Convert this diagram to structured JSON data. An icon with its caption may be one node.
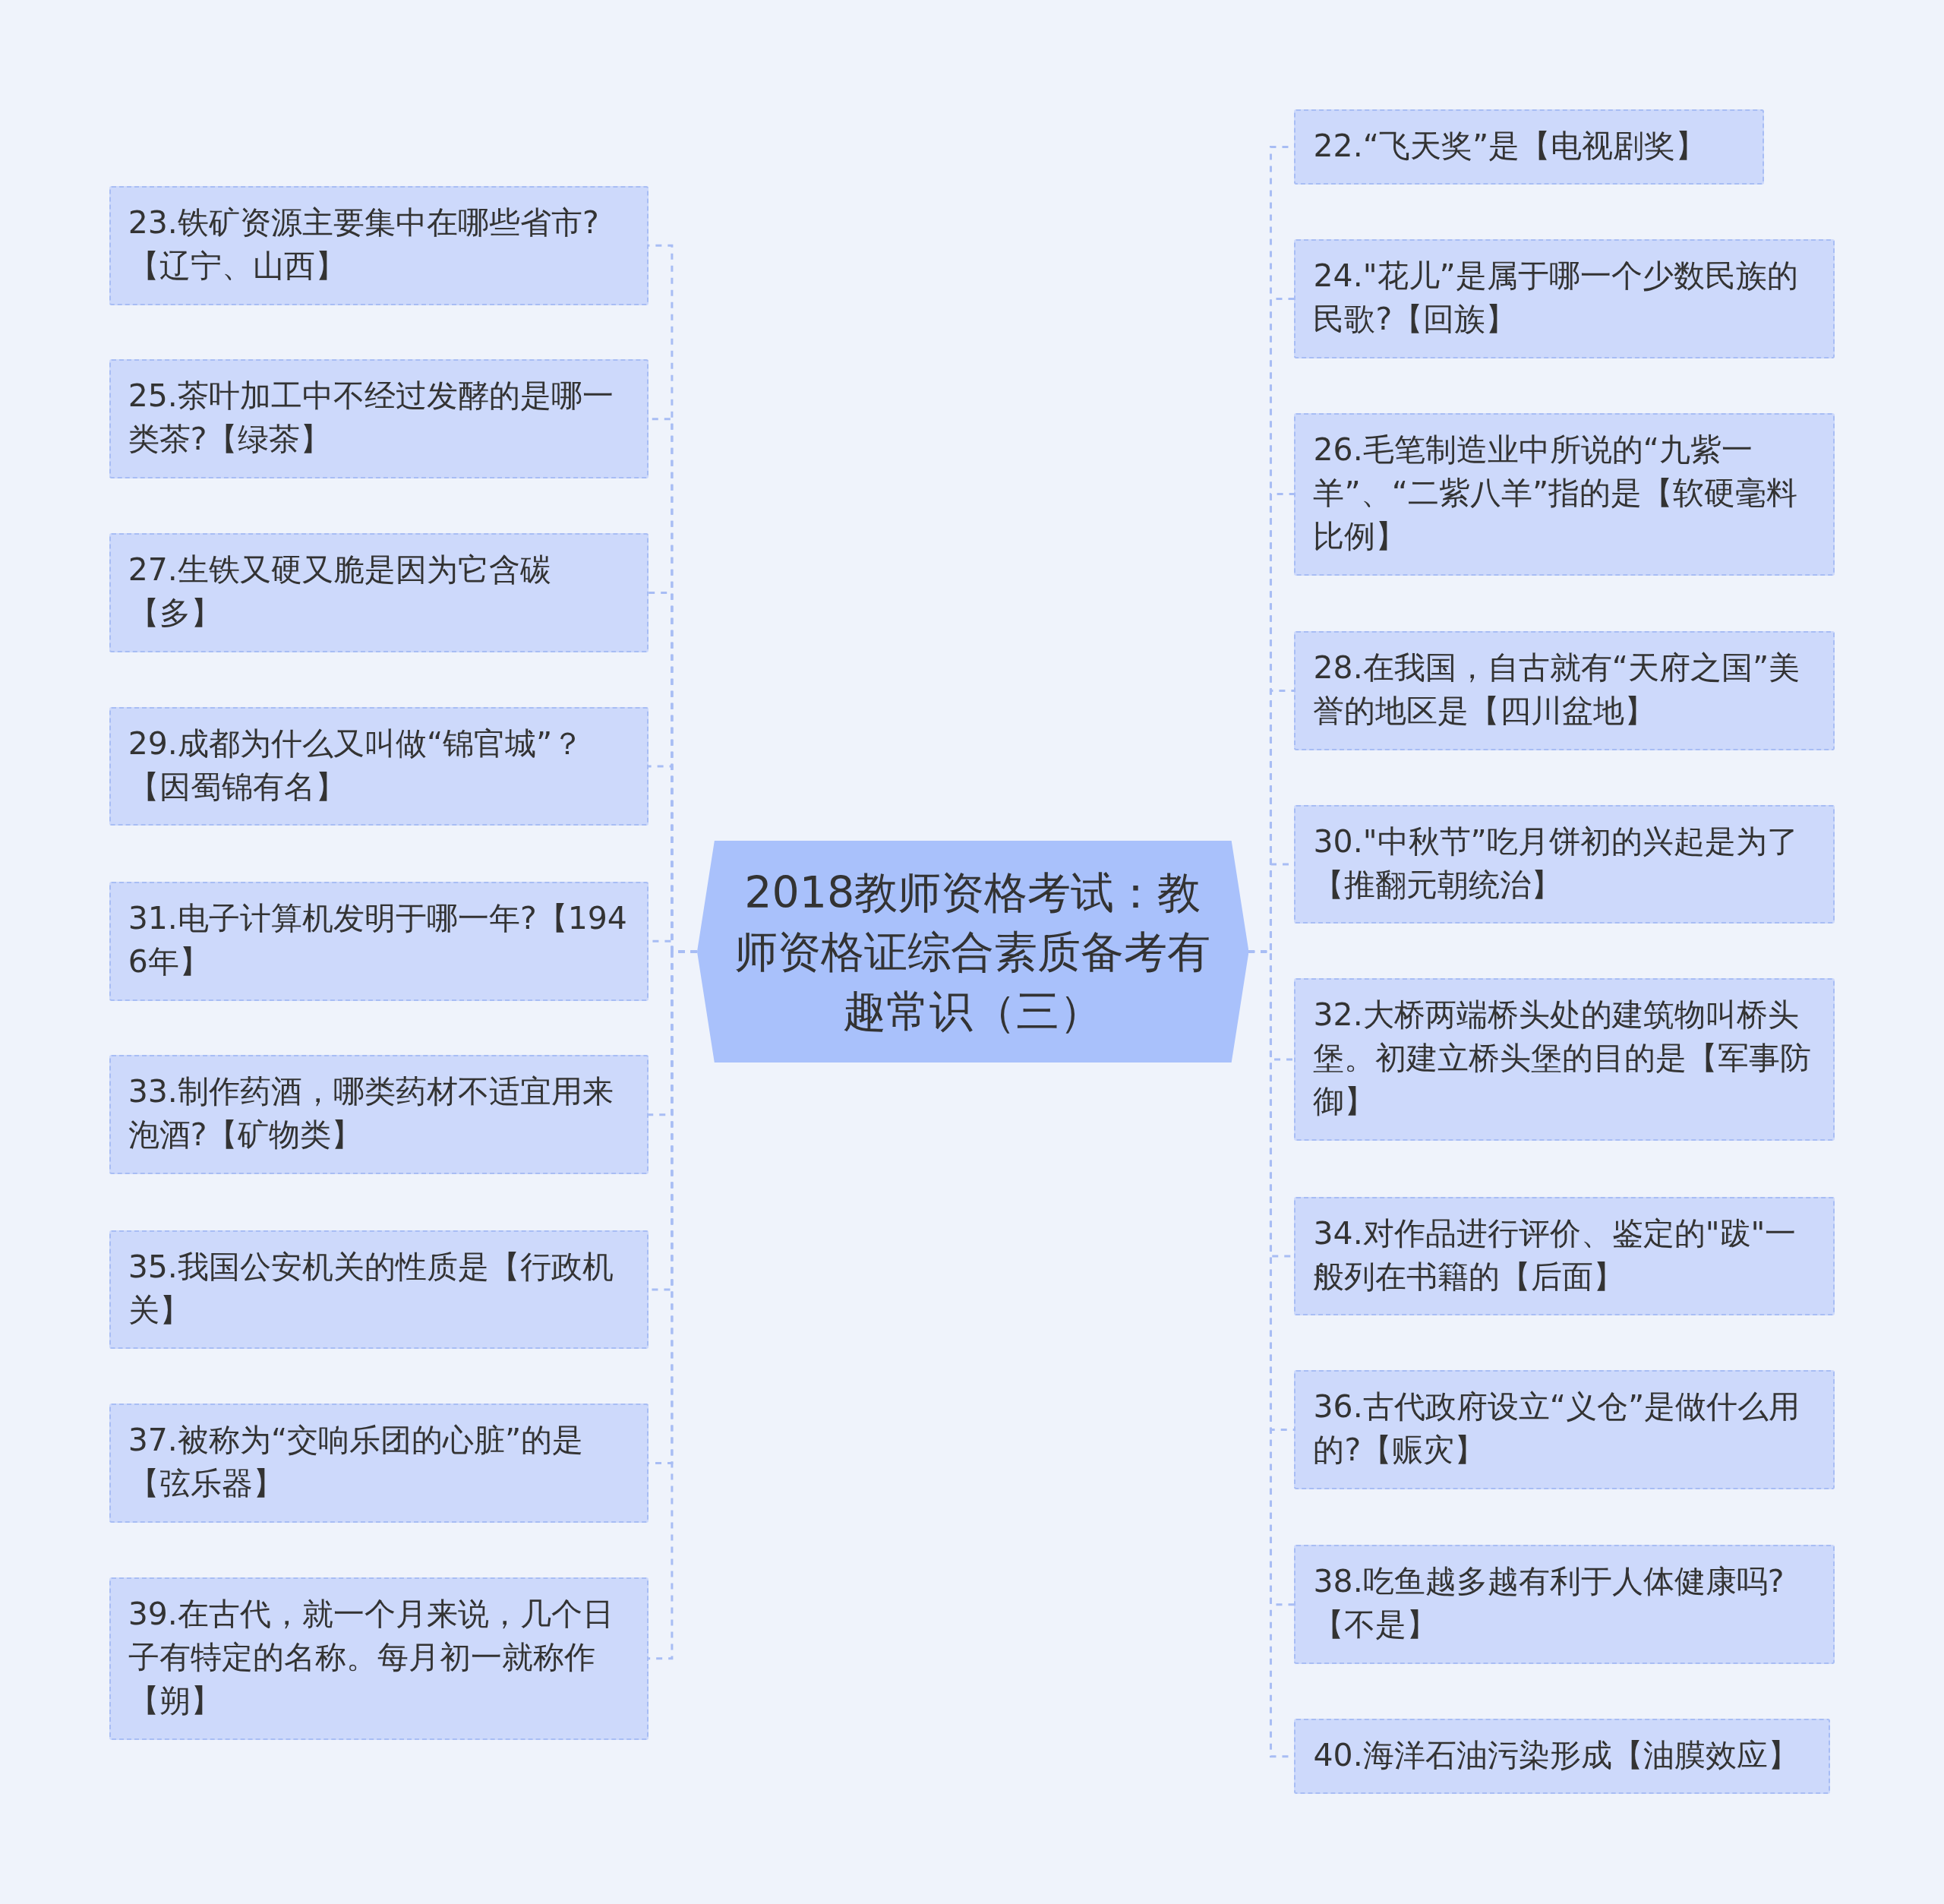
{
  "diagram": {
    "nodes": [
      {
        "text": [
          "2018教师资格考试：教师资格证综合素质备考有趣常识（三）"
        ]
      },
      {
        "text": [
          "23.铁矿资源主要集中在哪些省市?【辽宁、山西】"
        ]
      },
      {
        "text": [
          "25.茶叶加工中不经过发酵的是哪一类茶?【绿茶】"
        ]
      },
      {
        "text": [
          "27.生铁又硬又脆是因为它含碳【多】"
        ]
      },
      {
        "text": [
          "29.成都为什么又叫做“锦官城”？【因蜀锦有名】"
        ]
      },
      {
        "text": [
          "31.电子计算机发明于哪一年?【1946年】"
        ]
      },
      {
        "text": [
          "33.制作药酒，哪类药材不适宜用来泡酒?【矿物类】"
        ]
      },
      {
        "text": [
          "35.我国公安机关的性质是【行政机关】"
        ]
      },
      {
        "text": [
          "37.被称为“交响乐团的心脏”的是【弦乐器】"
        ]
      },
      {
        "text": [
          "39.在古代，就一个月来说，几个日子有特定的名称。每月初一就称作【朔】"
        ]
      },
      {
        "text": [
          "22.“飞天奖”是【电视剧奖】"
        ]
      },
      {
        "text": [
          "24.\"花儿”是属于哪一个少数民族的民歌?【回族】"
        ]
      },
      {
        "text": [
          "26.毛笔制造业中所说的“九紫一羊”、“二紫八羊”指的是【软硬毫料比例】"
        ]
      },
      {
        "text": [
          "28.在我国，自古就有“天府之国”美誉的地区是【四川盆地】"
        ]
      },
      {
        "text": [
          "30.\"中秋节”吃月饼初的兴起是为了【推翻元朝统治】"
        ]
      },
      {
        "text": [
          "32.大桥两端桥头处的建筑物叫桥头堡。初建立桥头堡的目的是【军事防御】"
        ]
      },
      {
        "text": [
          "34.对作品进行评价、鉴定的\"跋\"一般列在书籍的【后面】"
        ]
      },
      {
        "text": [
          "36.古代政府设立“义仓”是做什么用的?【赈灾】"
        ]
      },
      {
        "text": [
          "38.吃鱼越多越有利于人体健康吗?【不是】"
        ]
      },
      {
        "text": [
          "40.海洋石油污染形成【油膜效应】"
        ]
      }
    ],
    "edges": [
      {
        "from": 0,
        "to": 1,
        "arrow": "none",
        "style": "dashed"
      },
      {
        "from": 0,
        "to": 2,
        "arrow": "none",
        "style": "dashed"
      },
      {
        "from": 0,
        "to": 3,
        "arrow": "none",
        "style": "dashed"
      },
      {
        "from": 0,
        "to": 4,
        "arrow": "none",
        "style": "dashed"
      },
      {
        "from": 0,
        "to": 5,
        "arrow": "none",
        "style": "dashed"
      },
      {
        "from": 0,
        "to": 6,
        "arrow": "none",
        "style": "dashed"
      },
      {
        "from": 0,
        "to": 7,
        "arrow": "none",
        "style": "dashed"
      },
      {
        "from": 0,
        "to": 8,
        "arrow": "none",
        "style": "dashed"
      },
      {
        "from": 0,
        "to": 9,
        "arrow": "none",
        "style": "dashed"
      },
      {
        "from": 0,
        "to": 10,
        "arrow": "none",
        "style": "dashed"
      },
      {
        "from": 0,
        "to": 11,
        "arrow": "none",
        "style": "dashed"
      },
      {
        "from": 0,
        "to": 12,
        "arrow": "none",
        "style": "dashed"
      },
      {
        "from": 0,
        "to": 13,
        "arrow": "none",
        "style": "dashed"
      },
      {
        "from": 0,
        "to": 14,
        "arrow": "none",
        "style": "dashed"
      },
      {
        "from": 0,
        "to": 15,
        "arrow": "none",
        "style": "dashed"
      },
      {
        "from": 0,
        "to": 16,
        "arrow": "none",
        "style": "dashed"
      },
      {
        "from": 0,
        "to": 17,
        "arrow": "none",
        "style": "dashed"
      },
      {
        "from": 0,
        "to": 18,
        "arrow": "none",
        "style": "dashed"
      },
      {
        "from": 0,
        "to": 19,
        "arrow": "none",
        "style": "dashed"
      }
    ]
  }
}
